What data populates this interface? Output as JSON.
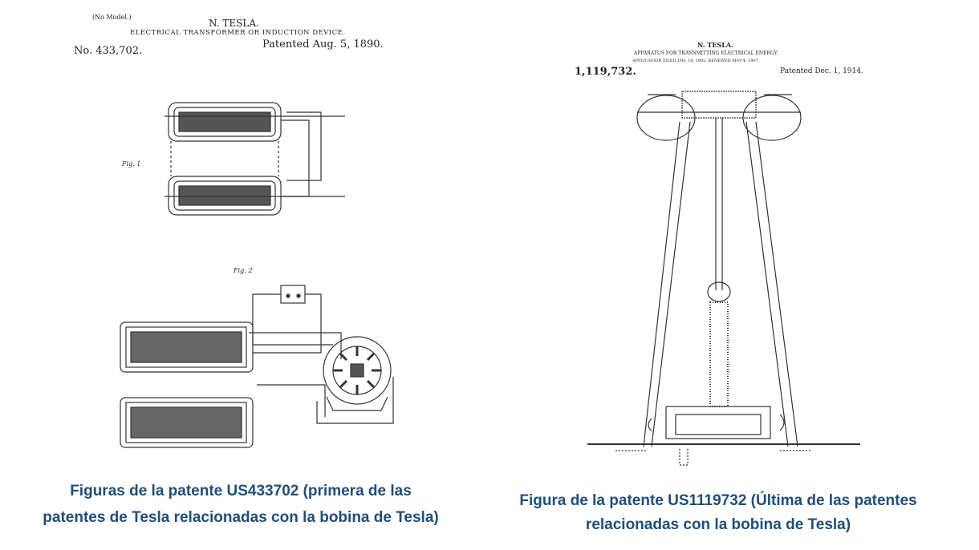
{
  "left_figure": {
    "model_note": "(No Model.)",
    "inventor": "N. TESLA.",
    "title": "ELECTRICAL TRANSFORMER OR INDUCTION DEVICE.",
    "number": "No. 433,702.",
    "date": "Patented Aug. 5, 1890.",
    "fig1_label": "Fig. 1",
    "fig2_label": "Fig. 2"
  },
  "right_figure": {
    "inventor": "N. TESLA.",
    "title": "APPARATUS FOR TRANSMITTING ELECTRICAL ENERGY.",
    "application": "APPLICATION FILED JAN. 18, 1902. RENEWED MAY 4, 1907.",
    "number": "1,119,732.",
    "date": "Patented Dec. 1, 1914."
  },
  "captions": {
    "left_line1": "Figuras de la patente US433702 (primera de las",
    "left_line2": "patentes de Tesla relacionadas con la bobina de Tesla)",
    "right_line1": "Figura de la patente US1119732 (Última de las patentes",
    "right_line2": "relacionadas con la bobina de Tesla)"
  }
}
